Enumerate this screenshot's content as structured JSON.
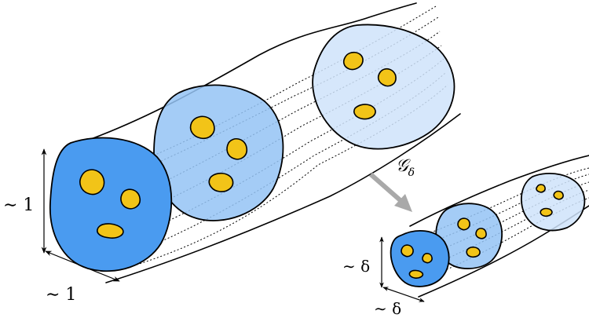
{
  "labels": {
    "map": "𝒢",
    "map_sub": "δ",
    "large_height": "∼ 1",
    "large_width": "∼ 1",
    "small_height": "∼ δ",
    "small_width": "∼ δ"
  },
  "colors": {
    "disc_dark": "#4a9bf0",
    "disc_mid": "#94c3f5",
    "disc_light": "#cfe3fa",
    "inclusion": "#f2c418",
    "arrow": "#a9a9a9",
    "line": "#000000"
  }
}
